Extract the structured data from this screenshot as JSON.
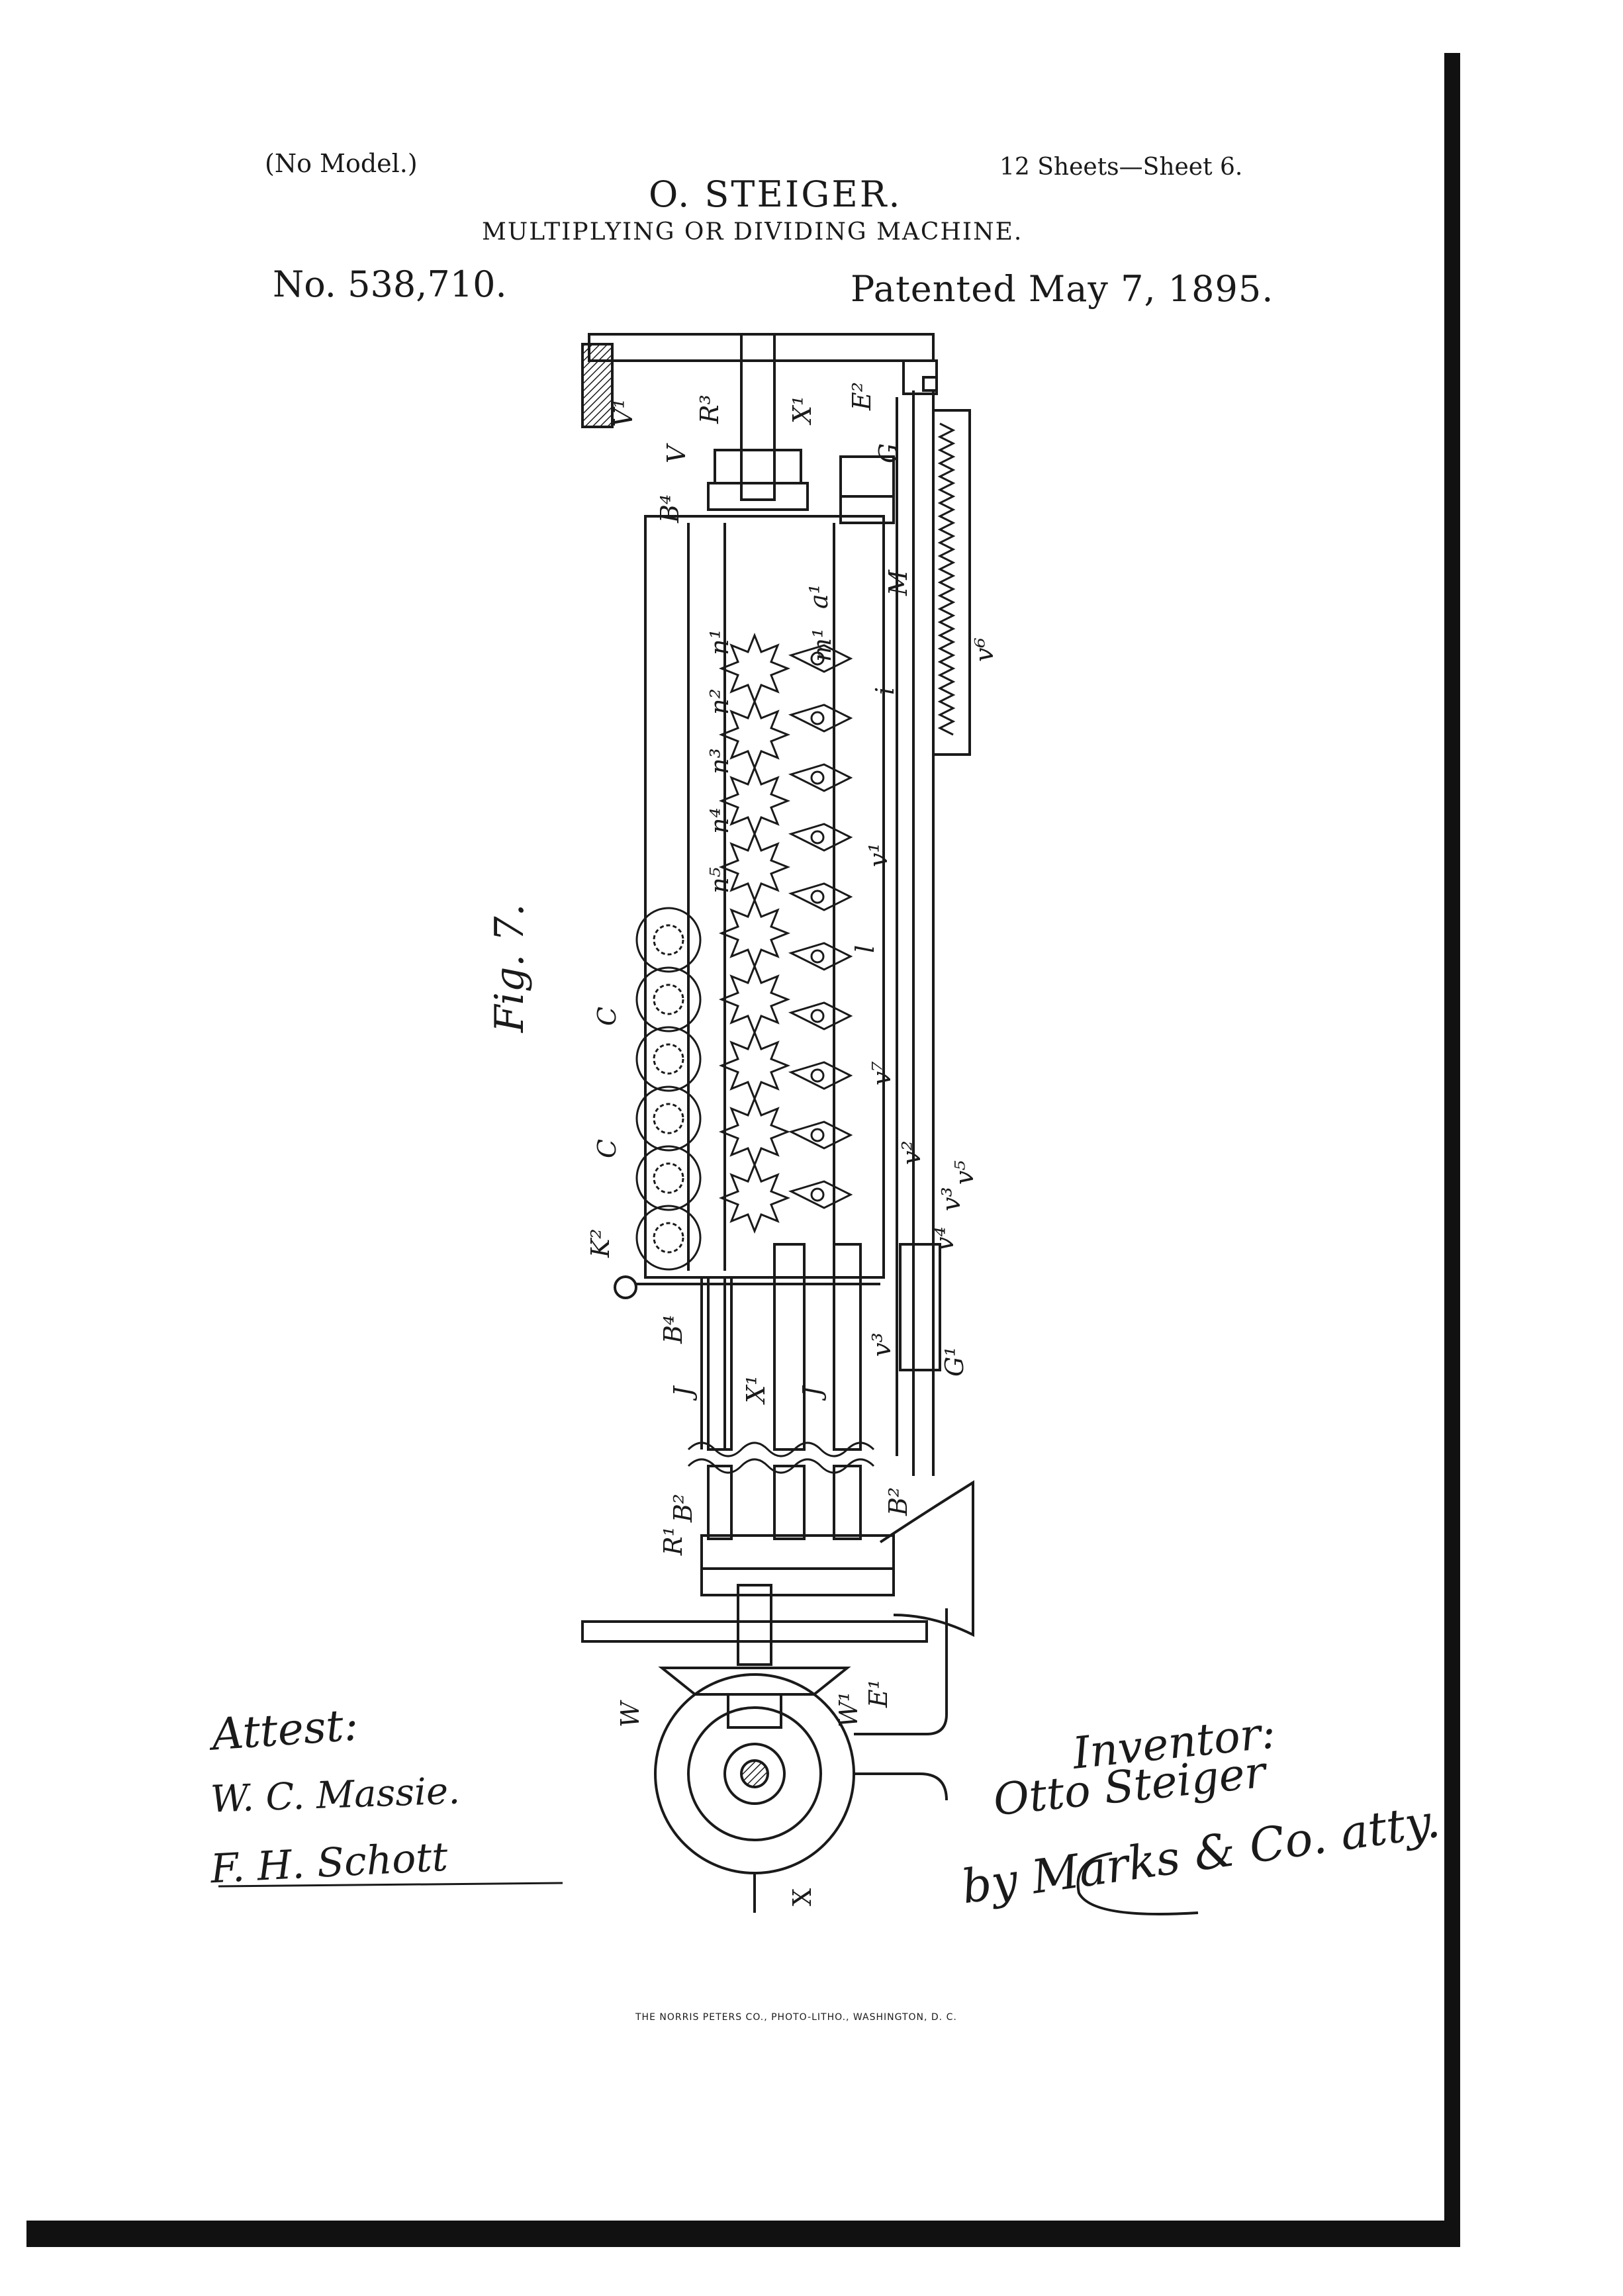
{
  "header": {
    "no_model": "(No Model.)",
    "sheets": "12 Sheets—Sheet 6.",
    "inventor": "O. STEIGER.",
    "title": "MULTIPLYING OR DIVIDING MACHINE.",
    "patent_number": "No. 538,710.",
    "patent_date": "Patented May 7, 1895."
  },
  "figure": {
    "label": "Fig. 7.",
    "labels": {
      "V1": "V¹",
      "V": "V",
      "R3": "R³",
      "X1": "X¹",
      "E2": "E²",
      "G": "G",
      "B4": "B⁴",
      "M": "M",
      "v6": "v⁶",
      "C": "C",
      "K2": "K²",
      "J": "J",
      "G1": "G¹",
      "B2": "B²",
      "R1": "R¹",
      "E1": "E¹",
      "W": "W",
      "W1": "W¹",
      "X": "X",
      "n1": "n¹",
      "n2": "n²",
      "n3": "n³",
      "n4": "n⁴",
      "n5": "n⁵",
      "m1": "m¹",
      "i": "i",
      "l": "l",
      "a1": "a¹",
      "v1": "v¹",
      "v2": "v²",
      "v3": "v³",
      "v4": "v⁴",
      "v5": "v⁵",
      "v7": "v⁷"
    }
  },
  "signatures": {
    "attest_label": "Attest:",
    "witness_1": "W. C. Massie.",
    "witness_2": "F. H. Schott",
    "inventor_label": "Inventor:",
    "inventor_signature": "Otto Steiger",
    "attorney_signature": "by Marks & Co. atty."
  },
  "footer": {
    "printer": "THE NORRIS PETERS CO., PHOTO-LITHO., WASHINGTON, D. C."
  }
}
